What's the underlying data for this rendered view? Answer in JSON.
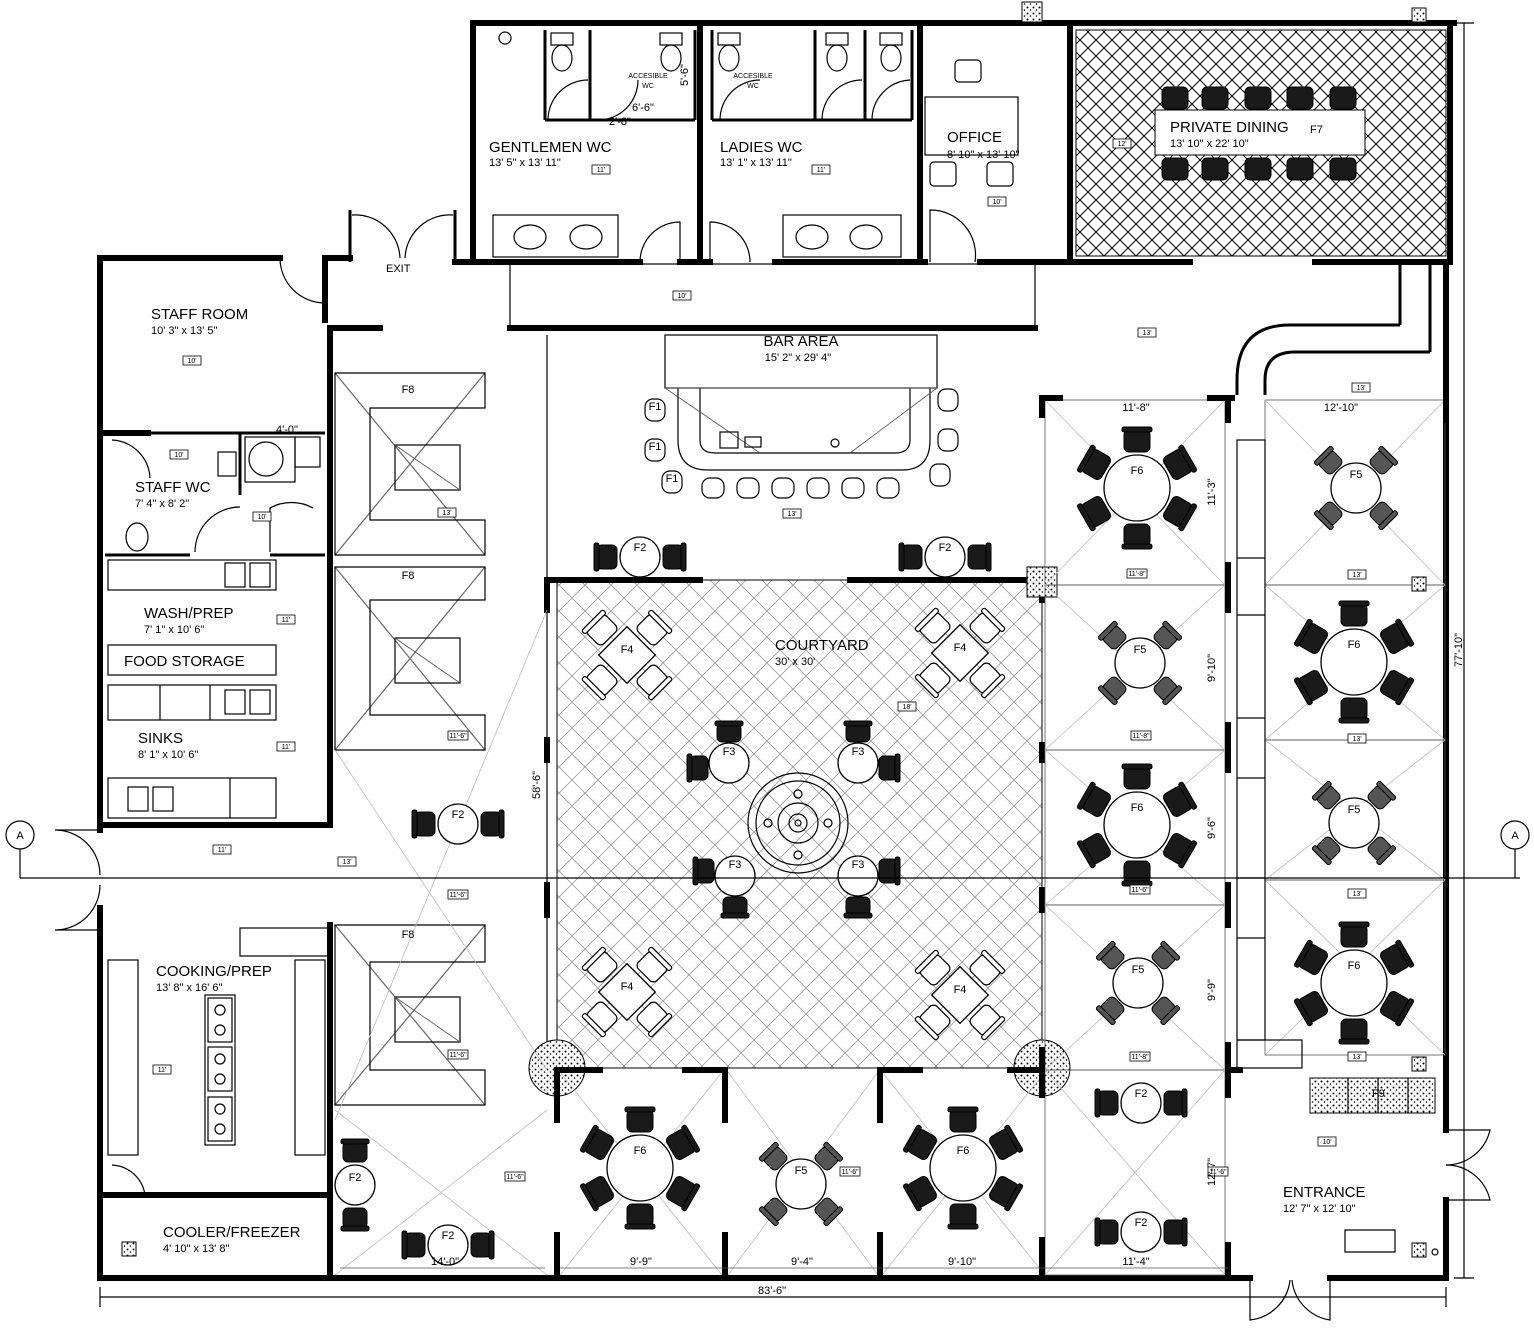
{
  "rooms": {
    "gentlemen_wc": {
      "label": "GENTLEMEN WC",
      "dim": "13' 5\" x 13' 11\"",
      "tag": "11'"
    },
    "ladies_wc": {
      "label": "LADIES WC",
      "dim": "13' 1\" x 13' 11\"",
      "tag": "11'"
    },
    "office": {
      "label": "OFFICE",
      "dim": "8' 10\" x 13' 10\"",
      "tag": "10'"
    },
    "private_dining": {
      "label": "PRIVATE DINING",
      "dim": "13' 10\" x 22' 10\"",
      "tag": "12'",
      "furniture": "F7"
    },
    "staff_room": {
      "label": "STAFF ROOM",
      "dim": "10' 3\" x 13' 5\"",
      "tag": "10'"
    },
    "staff_wc": {
      "label": "STAFF WC",
      "dim": "7' 4\" x 8' 2\"",
      "tag": "10'"
    },
    "wash_prep": {
      "label": "WASH/PREP",
      "dim": "7' 1\" x 10' 6\"",
      "tag": "11'"
    },
    "food_storage": {
      "label": "FOOD STORAGE"
    },
    "sinks": {
      "label": "SINKS",
      "dim": "8' 1\" x 10' 6\"",
      "tag": "11'"
    },
    "bar_area": {
      "label": "BAR AREA",
      "dim": "15' 2\" x 29' 4\"",
      "tag": "13'"
    },
    "courtyard": {
      "label": "COURTYARD",
      "dim": "30' x 30'",
      "tag": "18'"
    },
    "cooking_prep": {
      "label": "COOKING/PREP",
      "dim": "13' 8\" x 16' 6\"",
      "tag": "11'"
    },
    "cooler_freezer": {
      "label": "COOLER/FREEZER",
      "dim": "4' 10\" x 13' 8\""
    },
    "entrance": {
      "label": "ENTRANCE",
      "dim": "12' 7\" x 12' 10\"",
      "tag": "10'"
    },
    "exit": {
      "label": "EXIT"
    }
  },
  "labels": {
    "accessible_wc": "ACCESIBLE\nWC",
    "accessible_wc_1": "ACCESIBLE",
    "accessible_wc_2": "WC",
    "f1": "F1",
    "f2": "F2",
    "f3": "F3",
    "f4": "F4",
    "f5": "F5",
    "f6": "F6",
    "f8": "F8",
    "f9": "F9",
    "section_marker": "A",
    "tag_10": "10'",
    "tag_11": "11'",
    "tag_12": "12'",
    "tag_13": "13'",
    "tag_11_6": "11'-6\"",
    "tag_11_8": "11'-8\"",
    "tag_14": "14'"
  },
  "dimensions": {
    "overall_width": "83'-6\"",
    "overall_height": "77'-10\"",
    "courtyard_height": "58'-6\"",
    "wc_6_6": "6'-6\"",
    "wc_5_6": "5'-6\"",
    "wc_2_8": "2'-8\"",
    "staff_4_0": "4'-0\"",
    "col1_top": "11'-8\"",
    "col2_top": "12'-10\"",
    "row1": "11'-3\"",
    "row2": "9'-10\"",
    "row3": "9'-6\"",
    "row4": "9'-9\"",
    "row5": "12'-7\"",
    "bottom_1": "14'-0\"",
    "bottom_2": "9'-9\"",
    "bottom_3": "9'-4\"",
    "bottom_4": "9'-10\"",
    "bottom_5": "11'-4\""
  }
}
